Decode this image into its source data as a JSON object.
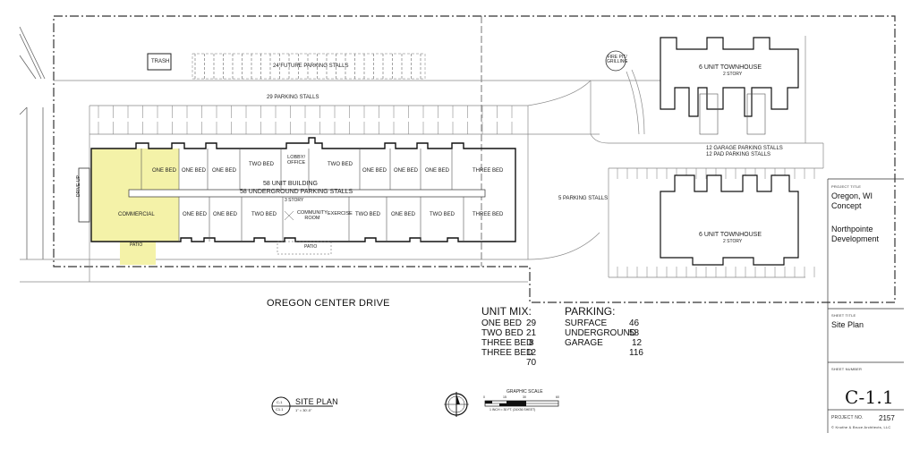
{
  "labels": {
    "trash": "TRASH",
    "future_parking": "24 FUTURE PARKING STALLS",
    "fire_pit": "FIRE PIT/\nGRILLING",
    "parking_29": "29 PARKING STALLS",
    "townhouse_top": "6 UNIT TOWNHOUSE",
    "townhouse_top_story": "2 STORY",
    "garage_stalls": "12 GARAGE PARKING STALLS",
    "pad_stalls": "12 PAD PARKING STALLS",
    "townhouse_bottom": "6 UNIT TOWNHOUSE",
    "townhouse_bottom_story": "2 STORY",
    "parking_5": "5 PARKING STALLS",
    "drive_up": "DRIVE-UP",
    "commercial": "COMMERCIAL",
    "patio_left": "PATIO",
    "patio_mid": "PATIO",
    "building_line1": "58 UNIT BUILDING",
    "building_line2": "58 UNDERGROUND PARKING STALLS",
    "building_line3": "3 STORY",
    "lobby": "LOBBY/\nOFFICE",
    "community": "COMMUNITY\nROOM",
    "exercise": "EXERCISE",
    "street": "OREGON CENTER DRIVE"
  },
  "units_top": [
    "ONE BED",
    "ONE BED",
    "ONE BED",
    "TWO BED",
    "TWO BED",
    "ONE BED",
    "ONE BED",
    "ONE BED",
    "THREE BED"
  ],
  "units_bottom": [
    "ONE BED",
    "ONE BED",
    "TWO BED",
    "TWO BED",
    "ONE BED",
    "TWO BED",
    "THREE BED"
  ],
  "unit_mix": {
    "title": "UNIT MIX:",
    "rows": [
      {
        "name": "ONE BED",
        "count": "29"
      },
      {
        "name": "TWO BED",
        "count": "21"
      },
      {
        "name": "THREE BED",
        "count": "8"
      },
      {
        "name": "THREE BED",
        "count": "12"
      }
    ],
    "total": "70"
  },
  "parking": {
    "title": "PARKING:",
    "rows": [
      {
        "name": "SURFACE",
        "count": "46"
      },
      {
        "name": "UNDERGROUND",
        "count": "58"
      },
      {
        "name": "GARAGE",
        "count": "12"
      }
    ],
    "total": "116"
  },
  "site_plan": {
    "tag_top": "C-1",
    "tag_bottom": "C1.1",
    "title": "SITE PLAN",
    "scale_note": "1\" = 30'-0\"",
    "graphic_scale": "GRAPHIC SCALE",
    "scale_ticks": [
      "0",
      "15",
      "30",
      "60"
    ],
    "scale_caption": "1 INCH = 30 FT. (24X36 SHEET)"
  },
  "title_block": {
    "project_title_label": "PROJECT TITLE",
    "project_title": "Oregon, WI\nConcept",
    "client": "Northpointe\nDevelopment",
    "sheet_title_label": "SHEET TITLE",
    "sheet_title": "Site Plan",
    "sheet_number_label": "SHEET NUMBER",
    "sheet_number": "C-1.1",
    "project_no_label": "PROJECT NO.",
    "project_no": "2157",
    "copyright": "© Knothe & Bruce Architects, LLC"
  }
}
